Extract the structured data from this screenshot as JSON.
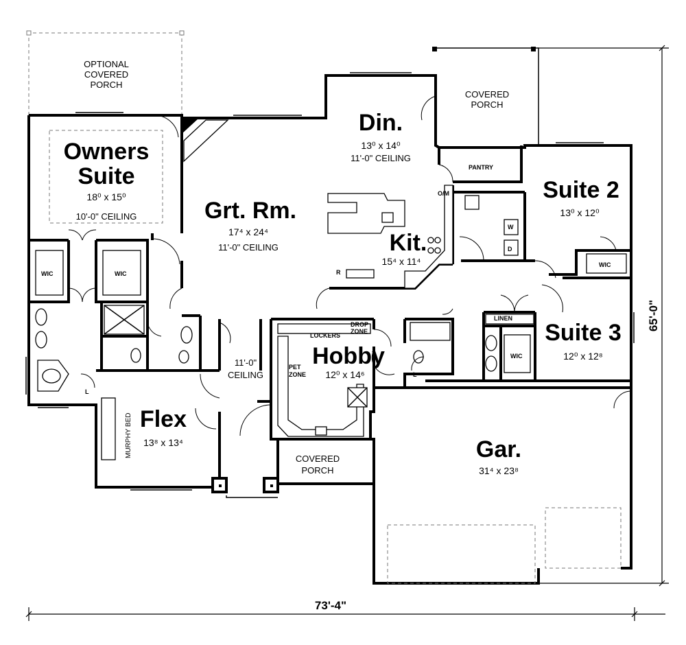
{
  "rooms": {
    "owners_suite": {
      "name_line1": "Owners",
      "name_line2": "Suite",
      "size": "18⁰ x 15⁰",
      "ceiling": "10'-0\" CEILING"
    },
    "great_room": {
      "name": "Grt. Rm.",
      "size": "17⁴ x 24⁴",
      "ceiling": "11'-0\" CEILING"
    },
    "dining": {
      "name": "Din.",
      "size": "13⁰ x 14⁰",
      "ceiling": "11'-0\" CEILING"
    },
    "kitchen": {
      "name": "Kit.",
      "size": "15⁴ x 11⁴"
    },
    "suite2": {
      "name": "Suite 2",
      "size": "13⁰ x 12⁰"
    },
    "suite3": {
      "name": "Suite 3",
      "size": "12⁰ x 12⁸"
    },
    "hobby": {
      "name": "Hobby",
      "size": "12⁰ x 14⁶"
    },
    "flex": {
      "name": "Flex",
      "size": "13⁸ x 13⁴"
    },
    "garage": {
      "name": "Gar.",
      "size": "31⁴ x 23⁸"
    }
  },
  "notes": {
    "optional_porch": [
      "OPTIONAL",
      "COVERED",
      "PORCH"
    ],
    "covered_porch_top": [
      "COVERED",
      "PORCH"
    ],
    "covered_porch_front": [
      "COVERED",
      "PORCH"
    ],
    "hall_ceiling": [
      "11'-0\"",
      "CEILING"
    ],
    "pantry": "PANTRY",
    "om": "O/M",
    "linen": "LINEN",
    "lockers": "LOCKERS",
    "drop_zone": [
      "DROP",
      "ZONE"
    ],
    "pet_zone": [
      "PET",
      "ZONE"
    ],
    "murphy_bed": "MURPHY BED",
    "wic": "WIC",
    "laundry_l": "L",
    "washer": "W",
    "dryer": "D",
    "range": "R"
  },
  "dimensions": {
    "width": "73'-4\"",
    "depth": "65'-0\""
  }
}
